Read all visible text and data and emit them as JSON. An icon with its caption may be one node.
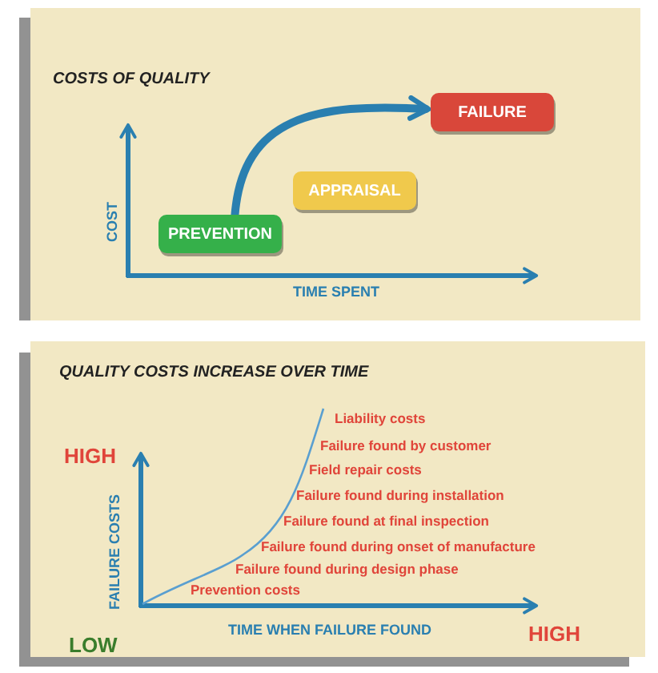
{
  "diagram": {
    "nodes": [
      {
        "text": [
          "PREVENTION"
        ]
      },
      {
        "text": [
          "APPRAISAL"
        ]
      },
      {
        "text": [
          "FAILURE"
        ]
      }
    ],
    "edges": [
      {
        "from": 0,
        "to": 2,
        "arrow": "to"
      }
    ],
    "labels": [
      "COSTS OF QUALITY",
      "COST",
      "TIME SPENT",
      "QUALITY COSTS INCREASE OVER TIME",
      "Liability costs",
      "HIGH",
      "Failure found by customer",
      "Field repair costs",
      "Failure found during installation",
      "Failure found at final inspection",
      "Failure found during onset of manufacture",
      "Failure found during design phase",
      "Prevention costs",
      "FAILURE COSTS",
      "LOW",
      "TIME WHEN FAILURE FOUND",
      "HIGH"
    ]
  }
}
